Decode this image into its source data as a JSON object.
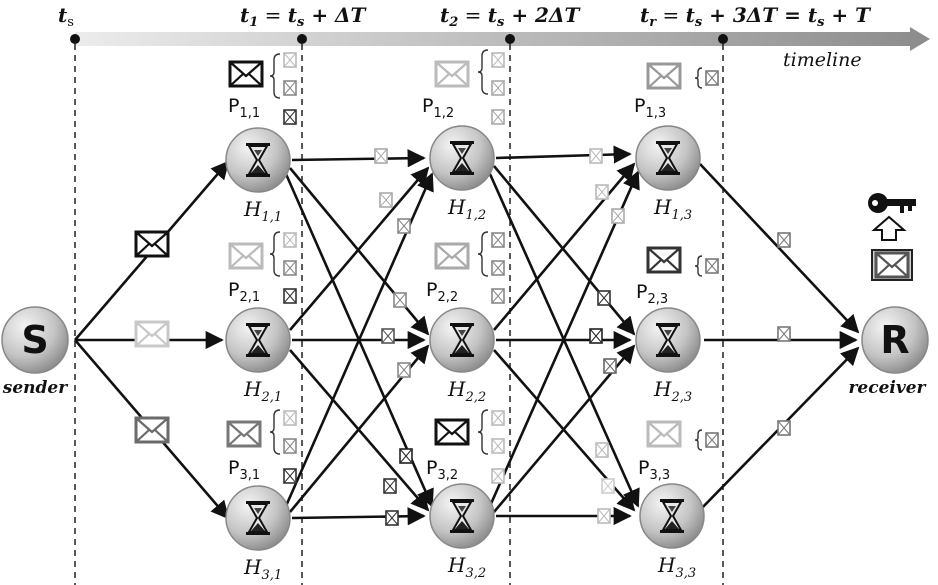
{
  "timeline": {
    "label": "timeline",
    "marks": [
      {
        "id": "ts",
        "text": "t",
        "sub": "s",
        "rest": ""
      },
      {
        "id": "t1",
        "text": "t",
        "sub": "1",
        "rest": " = t"
      },
      {
        "id": "t2",
        "text": "t",
        "sub": "2",
        "rest": " = t"
      },
      {
        "id": "tr",
        "text": "t",
        "sub": "r",
        "rest": " = t"
      }
    ],
    "t1_formula": {
      "lhs_sub": "1",
      "rhs_sub": "s",
      "tail": " + ΔT"
    },
    "t2_formula": {
      "lhs_sub": "2",
      "rhs_sub": "s",
      "tail": " + 2ΔT"
    },
    "tr_formula": {
      "lhs_sub": "r",
      "rhs_sub": "s",
      "mid": " + 3ΔT = t",
      "rhs2_sub": "s",
      "tail": " + T"
    }
  },
  "sender": {
    "letter": "S",
    "caption": "sender"
  },
  "receiver": {
    "letter": "R",
    "caption": "receiver"
  },
  "nodes": [
    {
      "id": "H11",
      "name": "H",
      "sub": "1,1",
      "p": "P",
      "psub": "1,1"
    },
    {
      "id": "H21",
      "name": "H",
      "sub": "2,1",
      "p": "P",
      "psub": "2,1"
    },
    {
      "id": "H31",
      "name": "H",
      "sub": "3,1",
      "p": "P",
      "psub": "3,1"
    },
    {
      "id": "H12",
      "name": "H",
      "sub": "1,2",
      "p": "P",
      "psub": "1,2"
    },
    {
      "id": "H22",
      "name": "H",
      "sub": "2,2",
      "p": "P",
      "psub": "2,2"
    },
    {
      "id": "H32",
      "name": "H",
      "sub": "3,2",
      "p": "P",
      "psub": "3,2"
    },
    {
      "id": "H13",
      "name": "H",
      "sub": "1,3",
      "p": "P",
      "psub": "1,3"
    },
    {
      "id": "H23",
      "name": "H",
      "sub": "2,3",
      "p": "P",
      "psub": "2,3"
    },
    {
      "id": "H33",
      "name": "H",
      "sub": "3,3",
      "p": "P",
      "psub": "3,3"
    }
  ],
  "colors": {
    "node_fill": "#c8c8c8",
    "dark": "#111111",
    "timeline_start": "#e8e8e8",
    "timeline_end": "#8a8a8a"
  },
  "icons": {
    "key": "key-icon",
    "arrow": "up-arrow-icon",
    "envelope": "envelope-icon",
    "hourglass": "hourglass-icon"
  }
}
